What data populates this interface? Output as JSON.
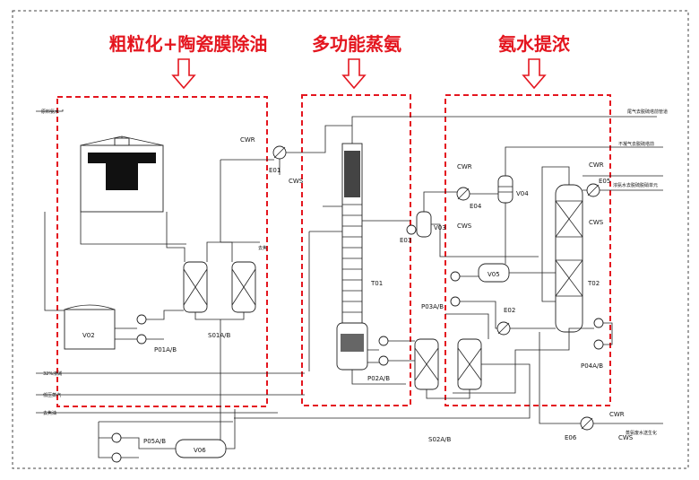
{
  "sections": {
    "s1": {
      "title": "粗粒化+陶瓷膜除油"
    },
    "s2": {
      "title": "多功能蒸氨"
    },
    "s3": {
      "title": "氨水提浓"
    }
  },
  "equipment": {
    "V02": "V02",
    "P01": "P01A/B",
    "S01": "S01A/B",
    "E01": "E01",
    "T01": "T01",
    "P02": "P02A/B",
    "V03": "V03",
    "E03": "E03",
    "E04": "E04",
    "V04": "V04",
    "V05": "V05",
    "P03": "P03A/B",
    "E02": "E02",
    "T02": "T02",
    "P04": "P04A/B",
    "E05": "E05",
    "S02": "S02A/B",
    "P05": "P05A/B",
    "V06": "V06",
    "E06": "E06"
  },
  "utilities": {
    "cwr": "CWR",
    "cws": "CWS"
  },
  "streams": {
    "s_left1": "原料氨水",
    "s_left2": "32%液碱",
    "s_left3": "低压蒸汽",
    "s_left4": "去焦油",
    "s_right1": "尾气去脱硫塔前管道",
    "s_right2": "不凝气去脱硫塔前",
    "s_right3": "浓氨水去脱硫脱硝单元",
    "s_right4": "蒸氨废水送生化",
    "s_mid": "去焦"
  }
}
